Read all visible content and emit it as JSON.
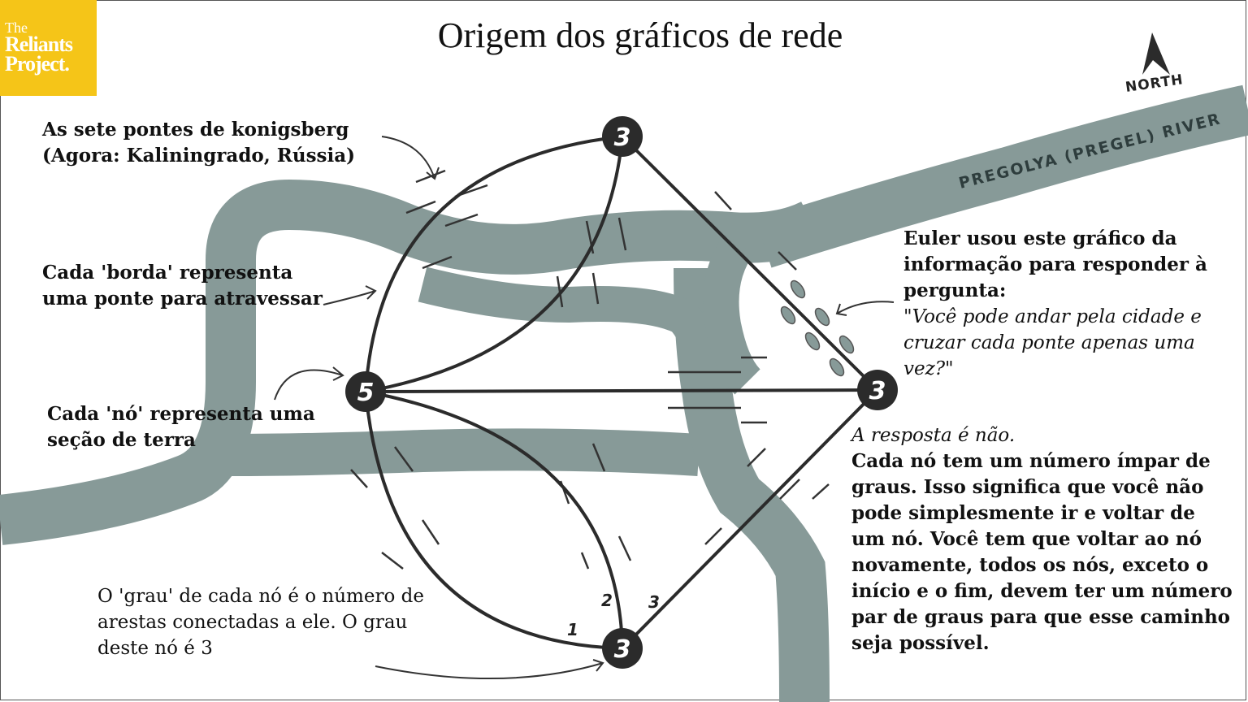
{
  "title": "Origem dos gráficos de rede",
  "logo": {
    "line1": "The",
    "line2": "Reliants",
    "line3": "Project."
  },
  "compass": {
    "label": "NORTH"
  },
  "river": {
    "label": "PREGOLYA (PREGEL) RIVER"
  },
  "annotations": {
    "bridges_title": [
      "As sete pontes de konigsberg",
      "(Agora: Kaliningrado, Rússia)"
    ],
    "edge_note": [
      "Cada 'borda' representa",
      "uma ponte para atravessar"
    ],
    "node_note": [
      "Cada 'nó' representa uma",
      "seção de terra"
    ],
    "degree_note": [
      "O 'grau' de cada nó é o número de",
      "arestas conectadas a ele. O grau",
      "deste nó é 3"
    ],
    "euler_intro": [
      "Euler usou este gráfico da",
      "informação para responder à",
      "pergunta:"
    ],
    "euler_question": [
      "\"Você pode andar pela cidade e",
      "cruzar cada ponte apenas uma",
      "vez?\""
    ],
    "answer_lead": "A resposta é não.",
    "answer_body": [
      "Cada nó tem um número ímpar de",
      "graus. Isso significa que você não",
      "pode simplesmente ir e voltar de",
      "um nó. Você tem que voltar ao nó",
      "novamente, todos os nós, exceto o",
      "início e o fim, devem ter um número",
      "par de graus para que esse caminho",
      "seja possível."
    ]
  },
  "nodes": {
    "top": "3",
    "left": "5",
    "right": "3",
    "bottom": "3"
  },
  "edge_labels": [
    "1",
    "2",
    "3"
  ],
  "colors": {
    "logo": "#f5c518",
    "river": "#879a98",
    "node": "#2b2b2b",
    "edge": "#2b2b2b"
  }
}
